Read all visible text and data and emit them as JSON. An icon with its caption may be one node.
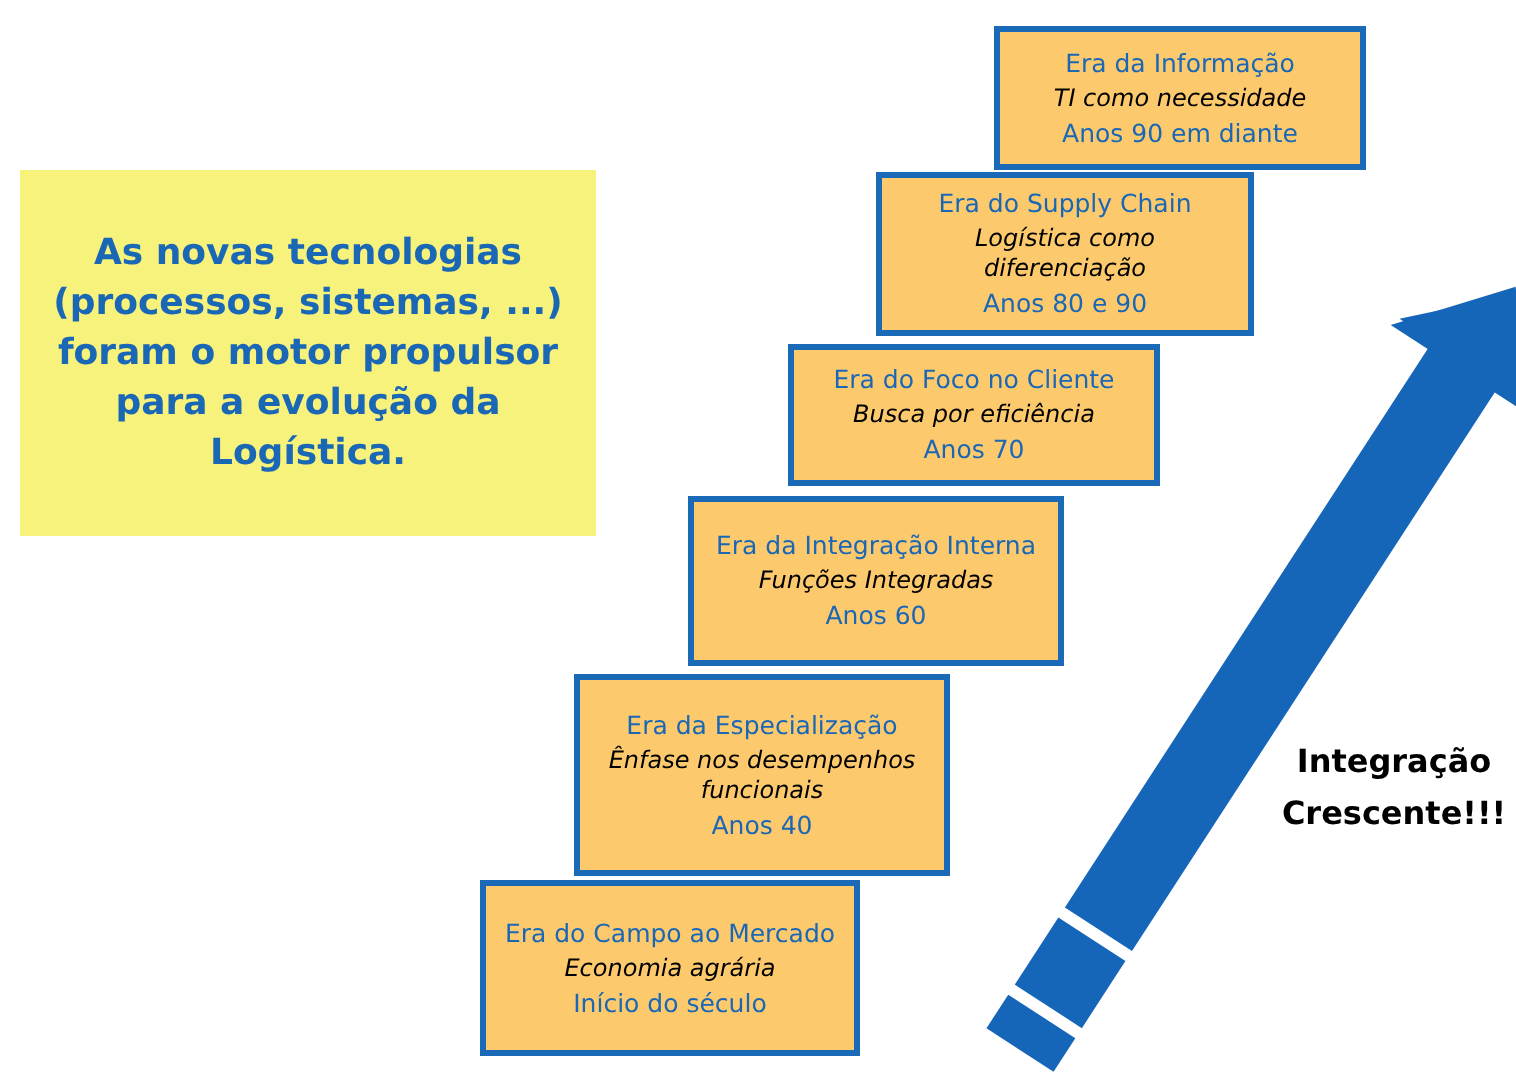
{
  "diagram": {
    "nodes": [
      {
        "text": [
          "As novas tecnologias (processos, sistemas, ...) foram o motor propulsor para a evolução da Logística."
        ]
      },
      {
        "text": [
          "Era da Informação",
          "TI como necessidade",
          "Anos 90 em diante"
        ]
      },
      {
        "text": [
          "Era do Supply Chain",
          "Logística como diferenciação",
          "Anos 80 e 90"
        ]
      },
      {
        "text": [
          "Era do Foco no Cliente",
          "Busca por eficiência",
          "Anos 70"
        ]
      },
      {
        "text": [
          "Era da Integração Interna",
          "Funções Integradas",
          "Anos 60"
        ]
      },
      {
        "text": [
          "Era da Especialização",
          "Ênfase nos desempenhos funcionais",
          "Anos 40"
        ]
      },
      {
        "text": [
          "Era do Campo ao Mercado",
          "Economia agrária",
          "Início do século"
        ]
      }
    ],
    "labels": [
      "Integração Crescente!!!"
    ]
  }
}
